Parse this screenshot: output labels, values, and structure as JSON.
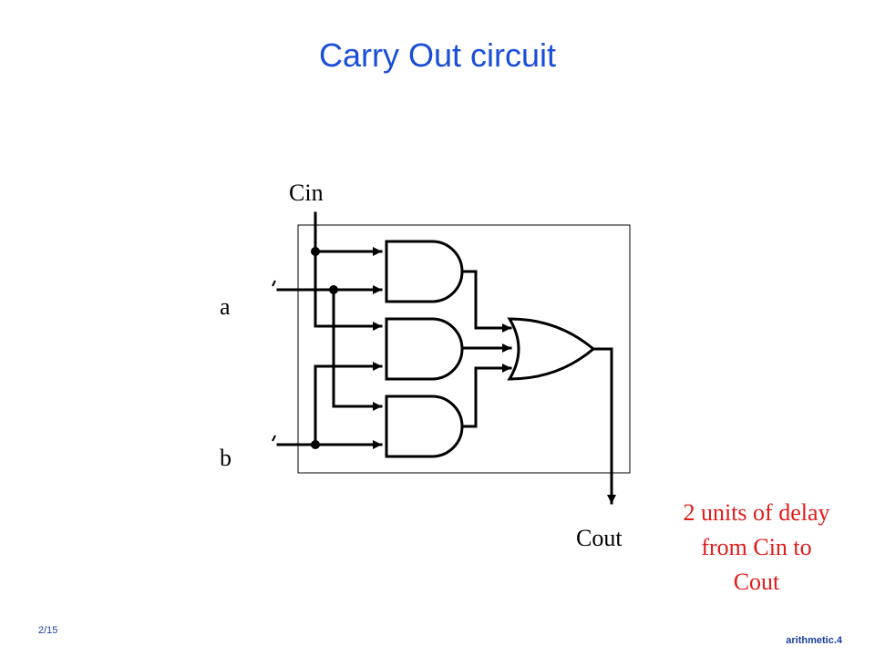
{
  "slide": {
    "title": "Carry Out circuit",
    "page_number": "2/15",
    "footer": "arithmetic.4"
  },
  "diagram": {
    "labels": {
      "cin": "Cin",
      "a": "a",
      "b": "b",
      "cout": "Cout"
    },
    "note_lines": [
      "2 units of delay",
      "from Cin to",
      "Cout"
    ],
    "colors": {
      "title": "#1a4ed8",
      "note": "#e11b1b",
      "footer": "#1a3fa0",
      "wire": "#000000"
    }
  }
}
